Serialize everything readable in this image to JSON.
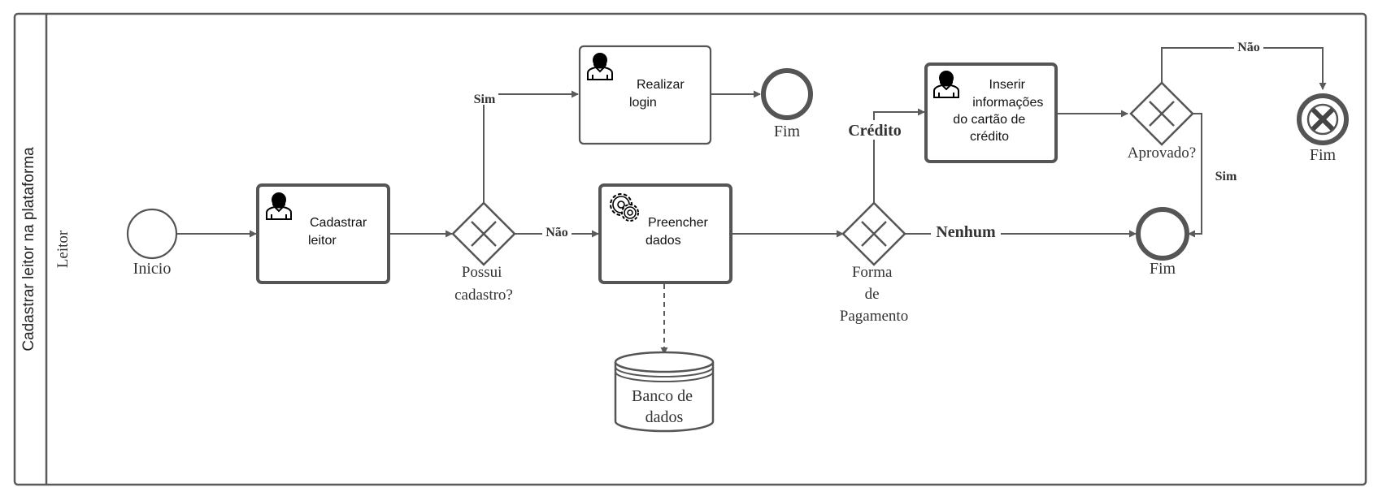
{
  "pool": {
    "title": "Cadastrar leitor na plataforma"
  },
  "lane": {
    "title": "Leitor"
  },
  "events": {
    "start": "Inicio",
    "end_login": "Fim",
    "end_main": "Fim",
    "end_error": "Fim"
  },
  "tasks": {
    "cadastrar": [
      "Cadastrar",
      "leitor"
    ],
    "login": [
      "Realizar",
      "login"
    ],
    "preencher": [
      "Preencher",
      "dados"
    ],
    "inserir": [
      "Inserir",
      "informações",
      "do cartão de",
      "crédito"
    ]
  },
  "gateways": {
    "possui": [
      "Possui",
      "cadastro?"
    ],
    "forma": [
      "Forma",
      "de",
      "Pagamento"
    ],
    "aprovado": [
      "Aprovado?"
    ]
  },
  "flows": {
    "sim": "Sim",
    "nao": "Não",
    "credito": "Crédito",
    "nenhum": "Nenhum",
    "aprovado_nao": "Não",
    "aprovado_sim": "Sim"
  },
  "data_store": [
    "Banco de",
    "dados"
  ],
  "colors": {
    "stroke": "#555555",
    "line": "#5a5a5a",
    "icon": "#000000"
  },
  "icons": {
    "user_task": "user-icon",
    "service_task": "gear-icon",
    "error_end": "x-mark-icon"
  }
}
